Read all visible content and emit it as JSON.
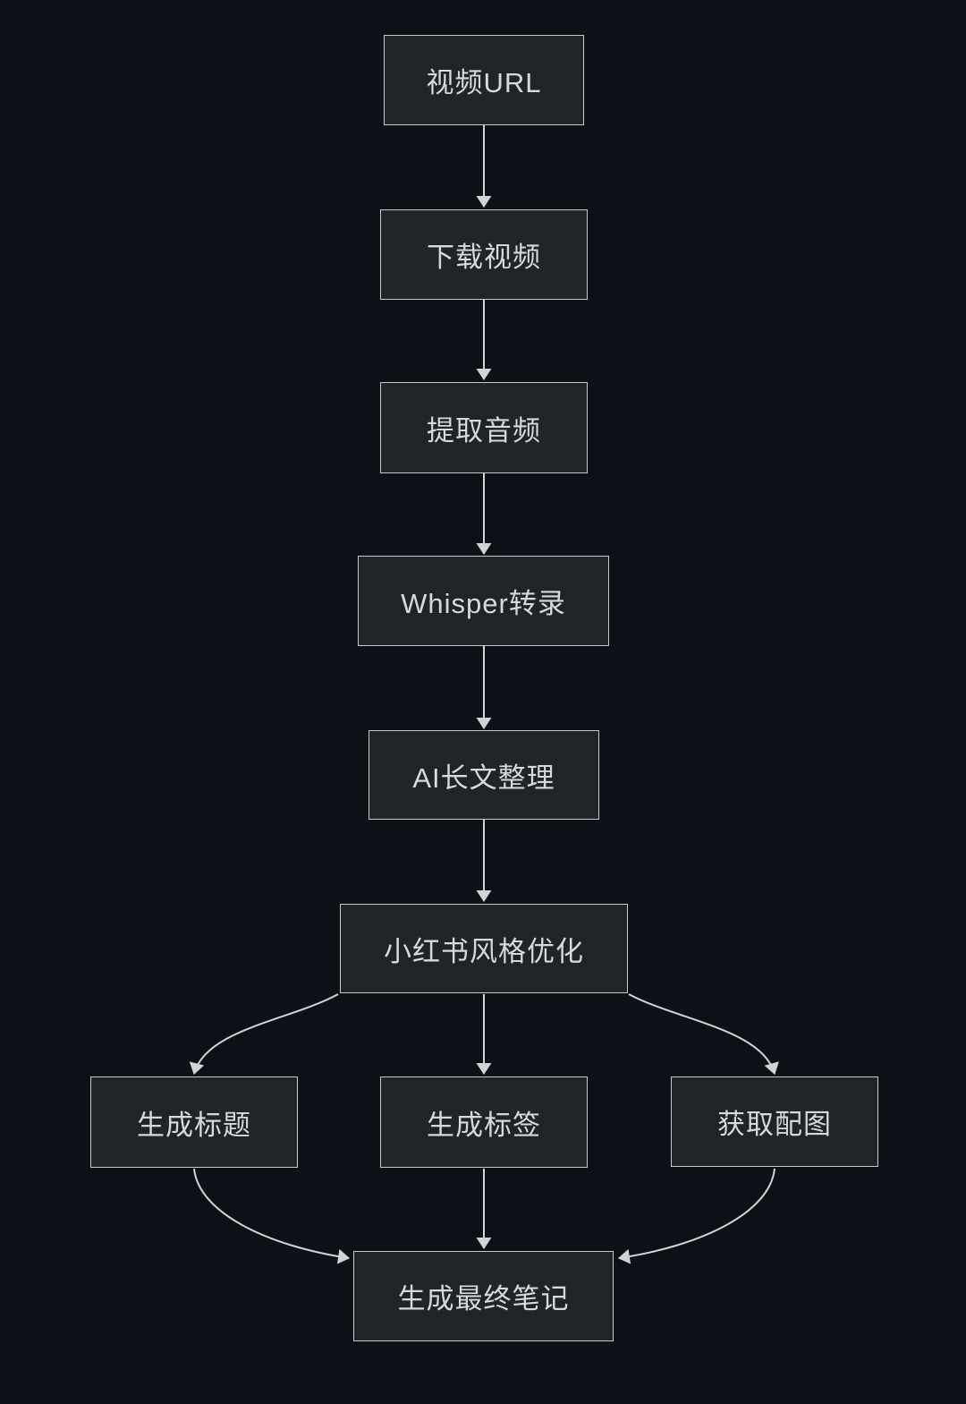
{
  "diagram": {
    "type": "flowchart",
    "direction": "top-down",
    "colors": {
      "background": "#0d1117",
      "node_fill": "#212426",
      "node_border": "#c7c9ca",
      "node_text": "#d6d8d9",
      "edge_stroke": "#d2d3d4"
    },
    "nodes": [
      {
        "id": "video-url",
        "label": "视频URL"
      },
      {
        "id": "download-video",
        "label": "下载视频"
      },
      {
        "id": "extract-audio",
        "label": "提取音频"
      },
      {
        "id": "whisper-transcribe",
        "label": "Whisper转录"
      },
      {
        "id": "ai-longform",
        "label": "AI长文整理"
      },
      {
        "id": "xhs-style-optimize",
        "label": "小红书风格优化"
      },
      {
        "id": "generate-title",
        "label": "生成标题"
      },
      {
        "id": "generate-tags",
        "label": "生成标签"
      },
      {
        "id": "get-images",
        "label": "获取配图"
      },
      {
        "id": "final-note",
        "label": "生成最终笔记"
      }
    ],
    "edges": [
      {
        "from": "video-url",
        "to": "download-video"
      },
      {
        "from": "download-video",
        "to": "extract-audio"
      },
      {
        "from": "extract-audio",
        "to": "whisper-transcribe"
      },
      {
        "from": "whisper-transcribe",
        "to": "ai-longform"
      },
      {
        "from": "ai-longform",
        "to": "xhs-style-optimize"
      },
      {
        "from": "xhs-style-optimize",
        "to": "generate-title"
      },
      {
        "from": "xhs-style-optimize",
        "to": "generate-tags"
      },
      {
        "from": "xhs-style-optimize",
        "to": "get-images"
      },
      {
        "from": "generate-title",
        "to": "final-note"
      },
      {
        "from": "generate-tags",
        "to": "final-note"
      },
      {
        "from": "get-images",
        "to": "final-note"
      }
    ]
  }
}
